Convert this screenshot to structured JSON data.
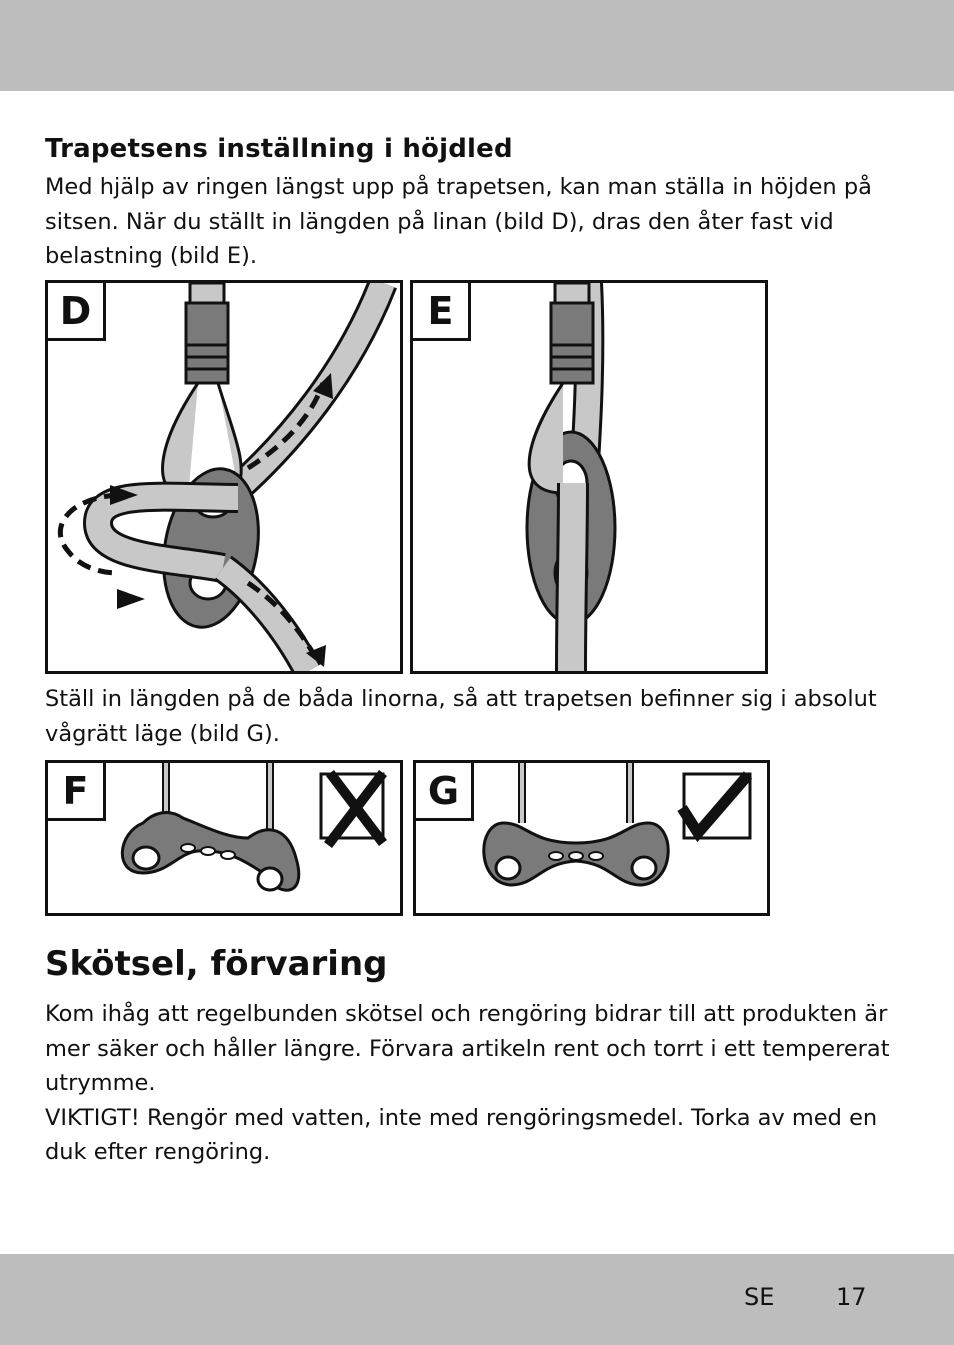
{
  "section1": {
    "heading": "Trapetsens inställning i höjdled",
    "text": "Med hjälp av ringen längst upp på trapetsen, kan man ställa in höjden på sitsen. När du ställt in längden på linan (bild D), dras den åter fast vid belastning (bild E)."
  },
  "figures": {
    "d": "D",
    "e": "E",
    "f": "F",
    "g": "G"
  },
  "section2": {
    "text": "Ställ in längden på de båda linorna, så att trapetsen befinner sig i absolut vågrätt läge (bild G)."
  },
  "care": {
    "heading": "Skötsel, förvaring",
    "text1": "Kom ihåg att regelbunden skötsel och rengöring bidrar till att produkten är mer säker och håller längre. Förvara artikeln rent och torrt i ett tempererat utrymme.",
    "text2": "VIKTIGT! Rengör med vatten, inte med rengöringsmedel. Torka av med en duk efter rengöring."
  },
  "footer": {
    "lang": "SE",
    "page": "17"
  }
}
